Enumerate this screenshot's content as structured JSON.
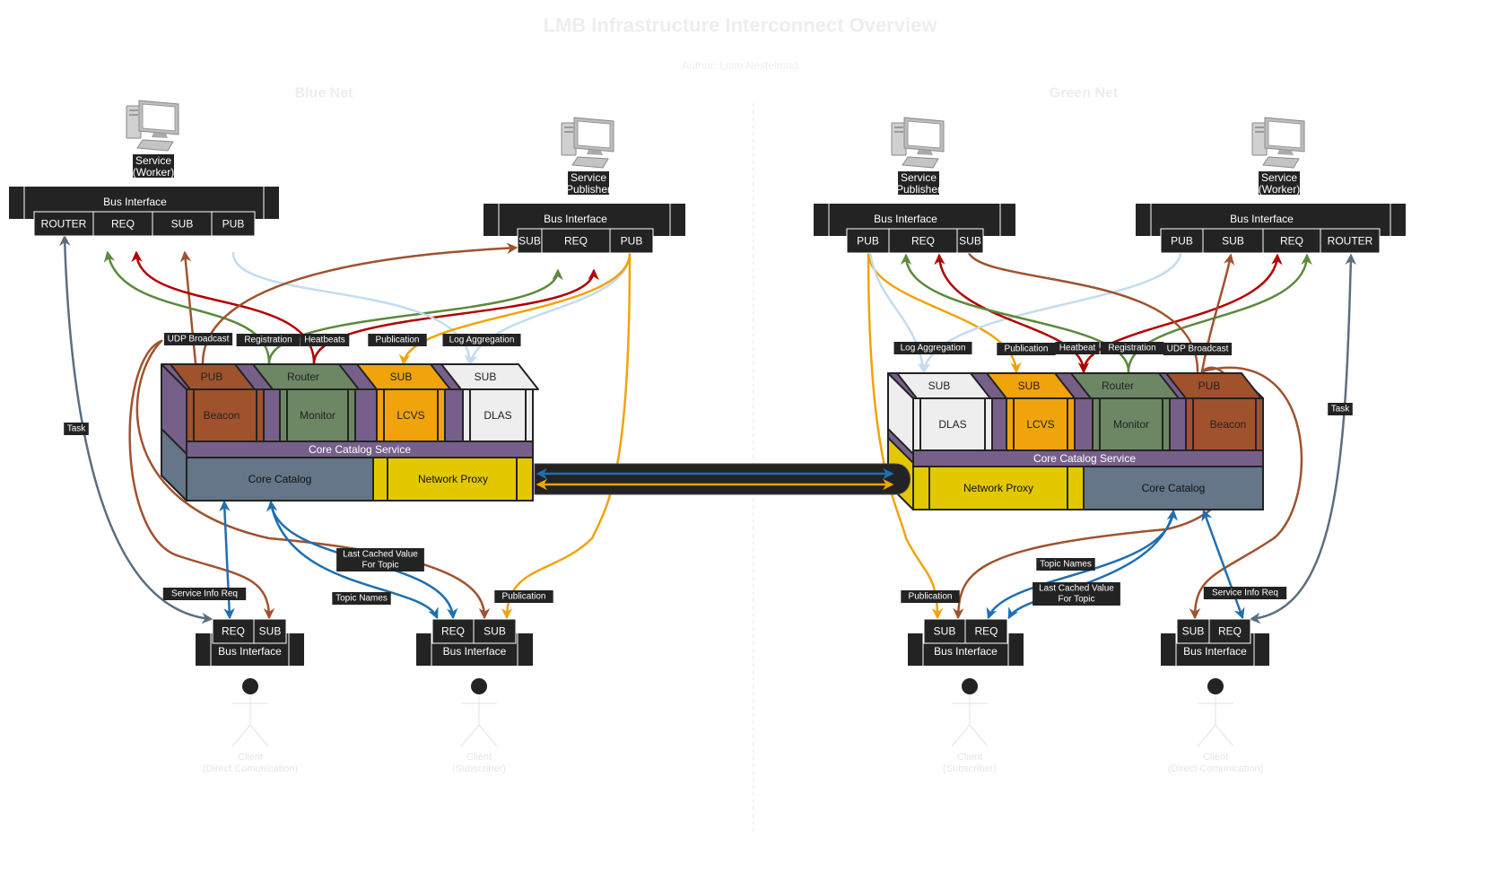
{
  "title": "LMB Infrastructure Interconnect Overview",
  "author": "Author: Liam Nestelroad",
  "nets": {
    "blue": "Blue Net",
    "green": "Green Net"
  },
  "labels": {
    "bus_interface": "Bus Interface",
    "core_catalog_service": "Core Catalog Service",
    "core_catalog": "Core Catalog",
    "network_proxy": "Network Proxy",
    "beacon": "Beacon",
    "monitor": "Monitor",
    "lcvs": "LCVS",
    "dlas": "DLAS",
    "pub": "PUB",
    "sub": "SUB",
    "req": "REQ",
    "router": "ROUTER",
    "router_cap": "Router"
  },
  "services": {
    "worker_l1": "Service",
    "worker_l2": "(Worker)",
    "publisher_l1": "Service",
    "publisher_l2": "(Publisher)"
  },
  "edge_labels": {
    "udp_broadcast": "UDP Broadcast",
    "registration": "Registration",
    "heatbeats": "Heatbeats",
    "heatbeat": "Heatbeat",
    "publication": "Publication",
    "log_aggregation": "Log Aggregation",
    "task": "Task",
    "service_info_req": "Service Info Req",
    "last_cached_l1": "Last Cached Value",
    "last_cached_l2": "For Topic",
    "topic_names": "Topic Names"
  },
  "clients": {
    "direct_l1": "Client",
    "direct_l2": "(Direct Comunication)",
    "subscriber_l1": "Client",
    "subscriber_l2": "(Subscriber)"
  },
  "colors": {
    "ink": "#232323",
    "purple": "#76608a",
    "beacon": "#a0522d",
    "monitor": "#6d8764",
    "lcvs": "#f0a30a",
    "dlas": "#eeeeee",
    "catalog": "#647687",
    "proxy": "#e3c800",
    "green_edge": "#5c8a3c",
    "red_edge": "#b20000",
    "brown_edge": "#a0522d",
    "orange_edge": "#f0a30a",
    "lightblue_edge": "#c3dcf0",
    "blue_edge": "#1f6fb0",
    "slate_edge": "#5c6e80",
    "faint_text": "#eeeeee"
  }
}
